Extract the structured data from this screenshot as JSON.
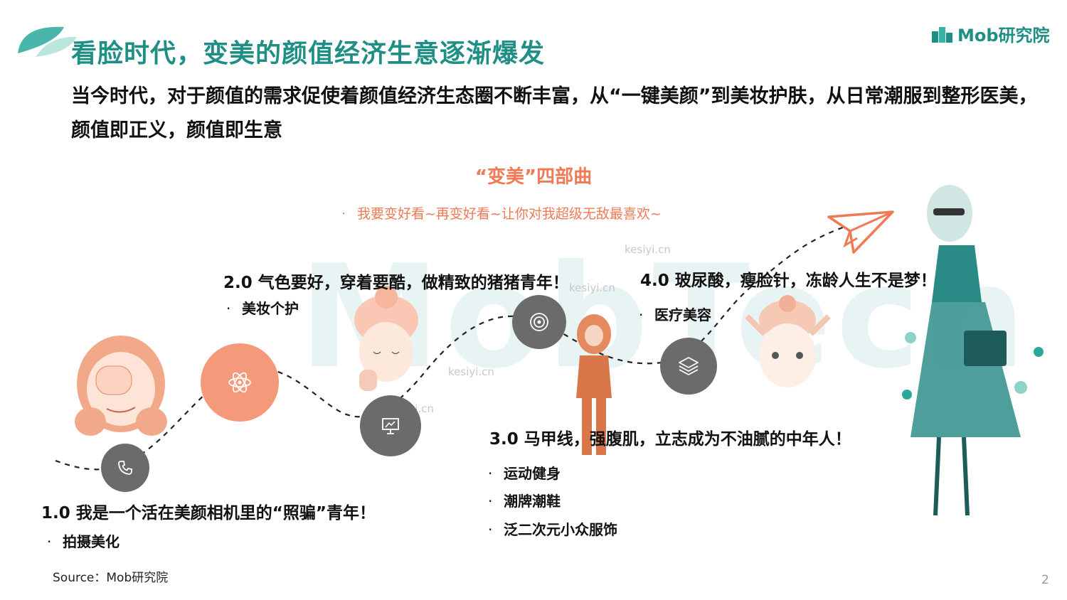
{
  "header": {
    "title": "看脸时代，变美的颜值经济生意逐渐爆发",
    "logo_text": "Mob研究院",
    "subtitle": "当今时代，对于颜值的需求促使着颜值经济生态圈不断丰富，从“一键美颜”到美妆护肤，从日常潮服到整形医美，颜值即正义，颜值即生意"
  },
  "series": {
    "title": "“变美”四部曲",
    "bullet": "·",
    "subtitle": "我要变好看~再变好看~让你对我超级无敌最喜欢~"
  },
  "stages": [
    {
      "head": "1.0 我是一个活在美颜相机里的“照骗”青年！",
      "items": [
        "拍摄美化"
      ]
    },
    {
      "head": "2.0 气色要好，穿着要酷，做精致的猪猪青年！",
      "items": [
        "美妆个护"
      ]
    },
    {
      "head": "3.0 马甲线，强腹肌，立志成为不油腻的中年人！",
      "items": [
        "运动健身",
        "潮牌潮鞋",
        "泛二次元小众服饰"
      ]
    },
    {
      "head": "4.0 玻尿酸，瘦脸针，冻龄人生不是梦！",
      "items": [
        "医疗美容"
      ]
    }
  ],
  "nodes": [
    {
      "icon": "phone-icon"
    },
    {
      "icon": "atom-icon"
    },
    {
      "icon": "presentation-icon"
    },
    {
      "icon": "target-icon"
    },
    {
      "icon": "layers-icon"
    }
  ],
  "watermark": {
    "big": "MobTech",
    "small": "kesiyi.cn"
  },
  "footer": {
    "source": "Source：Mob研究院",
    "page": "2"
  },
  "colors": {
    "accent": "#1f8f86",
    "orange": "#f07a55",
    "node_grey": "#6b6b6b",
    "node_orange": "#f4997a"
  }
}
